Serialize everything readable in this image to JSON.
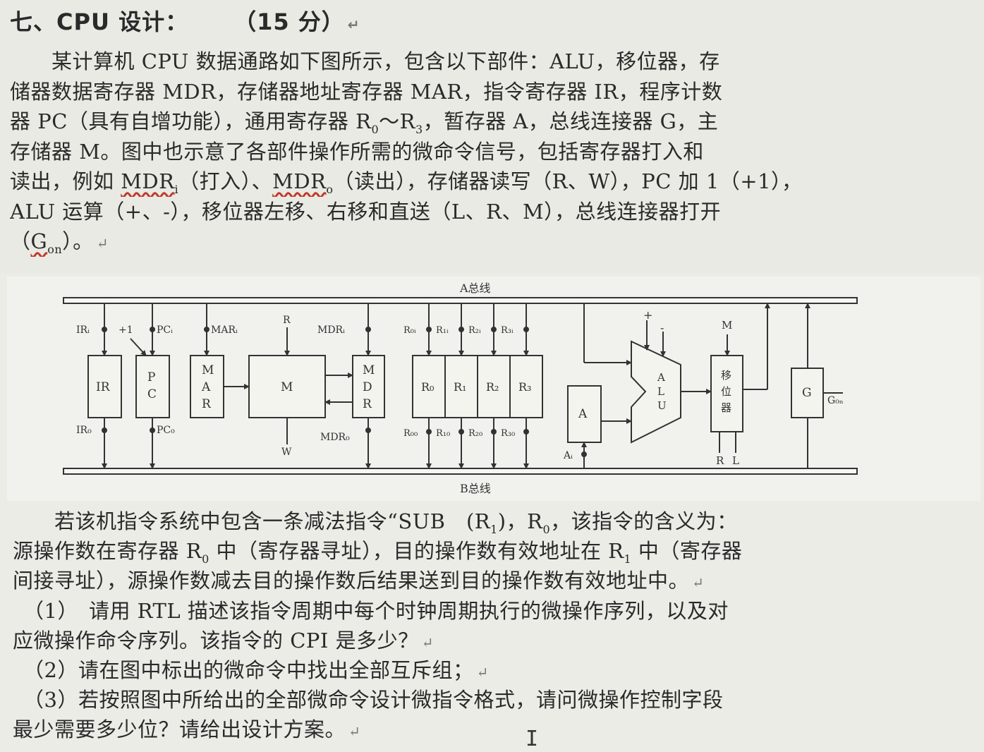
{
  "heading": {
    "title": "七、CPU 设计：",
    "score": "（15 分）"
  },
  "intro": {
    "l1": "　　某计算机 CPU 数据通路如下图所示，包含以下部件：ALU，移位器，存",
    "l2": "储器数据寄存器 MDR，存储器地址寄存器 MAR，指令寄存器 IR，程序计数",
    "l3a": "器 PC（具有自增功能），通用寄存器 R",
    "l3b": "0",
    "l3c": "～R",
    "l3d": "3",
    "l3e": "，暂存器 A，总线连接器 G，主",
    "l4": "存储器 M。图中也示意了各部件操作所需的微命令信号，包括寄存器打入和",
    "l5a": "读出，例如 ",
    "l5b": "MDR",
    "l5c": "i",
    "l5d": "（打入）、",
    "l5e": "MDR",
    "l5f": "o",
    "l5g": "（读出），存储器读写（R、W），PC 加 1（+1），",
    "l6": "ALU 运算（+、-），移位器左移、右移和直送（L、R、M），总线连接器打开",
    "l7a": "（",
    "l7b": "G",
    "l7c": "on",
    "l7d": "）。"
  },
  "diagram": {
    "a_bus": "A总线",
    "b_bus": "B总线",
    "ir": "IR",
    "pc": [
      "P",
      "C"
    ],
    "mar": [
      "M",
      "A",
      "R"
    ],
    "m": "M",
    "mdr": [
      "M",
      "D",
      "R"
    ],
    "r0": "R₀",
    "r1": "R₁",
    "r2": "R₂",
    "r3": "R₃",
    "a": "A",
    "alu": [
      "A",
      "L",
      "U"
    ],
    "shifter": [
      "移",
      "位",
      "器"
    ],
    "g": "G",
    "sig_ir_in": "IRᵢ",
    "sig_ir_out": "IR₀",
    "sig_plus1": "+1",
    "sig_pc_in": "PCᵢ",
    "sig_pc_out": "PC₀",
    "sig_mar_in": "MARᵢ",
    "sig_r": "R",
    "sig_w": "W",
    "sig_mdr_in": "MDRᵢ",
    "sig_mdr_out": "MDR₀",
    "sig_r0_in": "R₀ᵢ",
    "sig_r1_in": "R₁ᵢ",
    "sig_r2_in": "R₂ᵢ",
    "sig_r3_in": "R₃ᵢ",
    "sig_r0_out": "R₀₀",
    "sig_r1_out": "R₁₀",
    "sig_r2_out": "R₂₀",
    "sig_r3_out": "R₃₀",
    "sig_a_in": "Aᵢ",
    "sig_plus": "+",
    "sig_minus": "-",
    "sig_m": "M",
    "sig_rl_r": "R",
    "sig_rl_l": "L",
    "sig_gon": "G₀ₙ"
  },
  "question": {
    "l1a": "　　若该机指令系统中包含一条减法指令“SUB　(R",
    "l1b": "1",
    "l1c": ")，R",
    "l1d": "0",
    "l1e": "，该指令的含义为：",
    "l2a": "源操作数在寄存器 R",
    "l2b": "0",
    "l2c": " 中（寄存器寻址），目的操作数有效地址在 R",
    "l2d": "1",
    "l2e": " 中（寄存器",
    "l3": "间接寻址），源操作数减去目的操作数后结果送到目的操作数有效地址中。",
    "q1a": "　（1）　请用 RTL 描述该指令周期中每个时钟周期执行的微操作序列，以及对",
    "q1b": "应微操作命令序列。该指令的 CPI 是多少？",
    "q2": "　（2）请在图中标出的微命令中找出全部互斥组；",
    "q3a": "　（3）若按照图中所给出的全部微命令设计微指令格式，请问微操作控制字段",
    "q3b": "最少需要多少位？请给出设计方案。"
  },
  "marks": {
    "return": "↵",
    "cursor": "I"
  }
}
